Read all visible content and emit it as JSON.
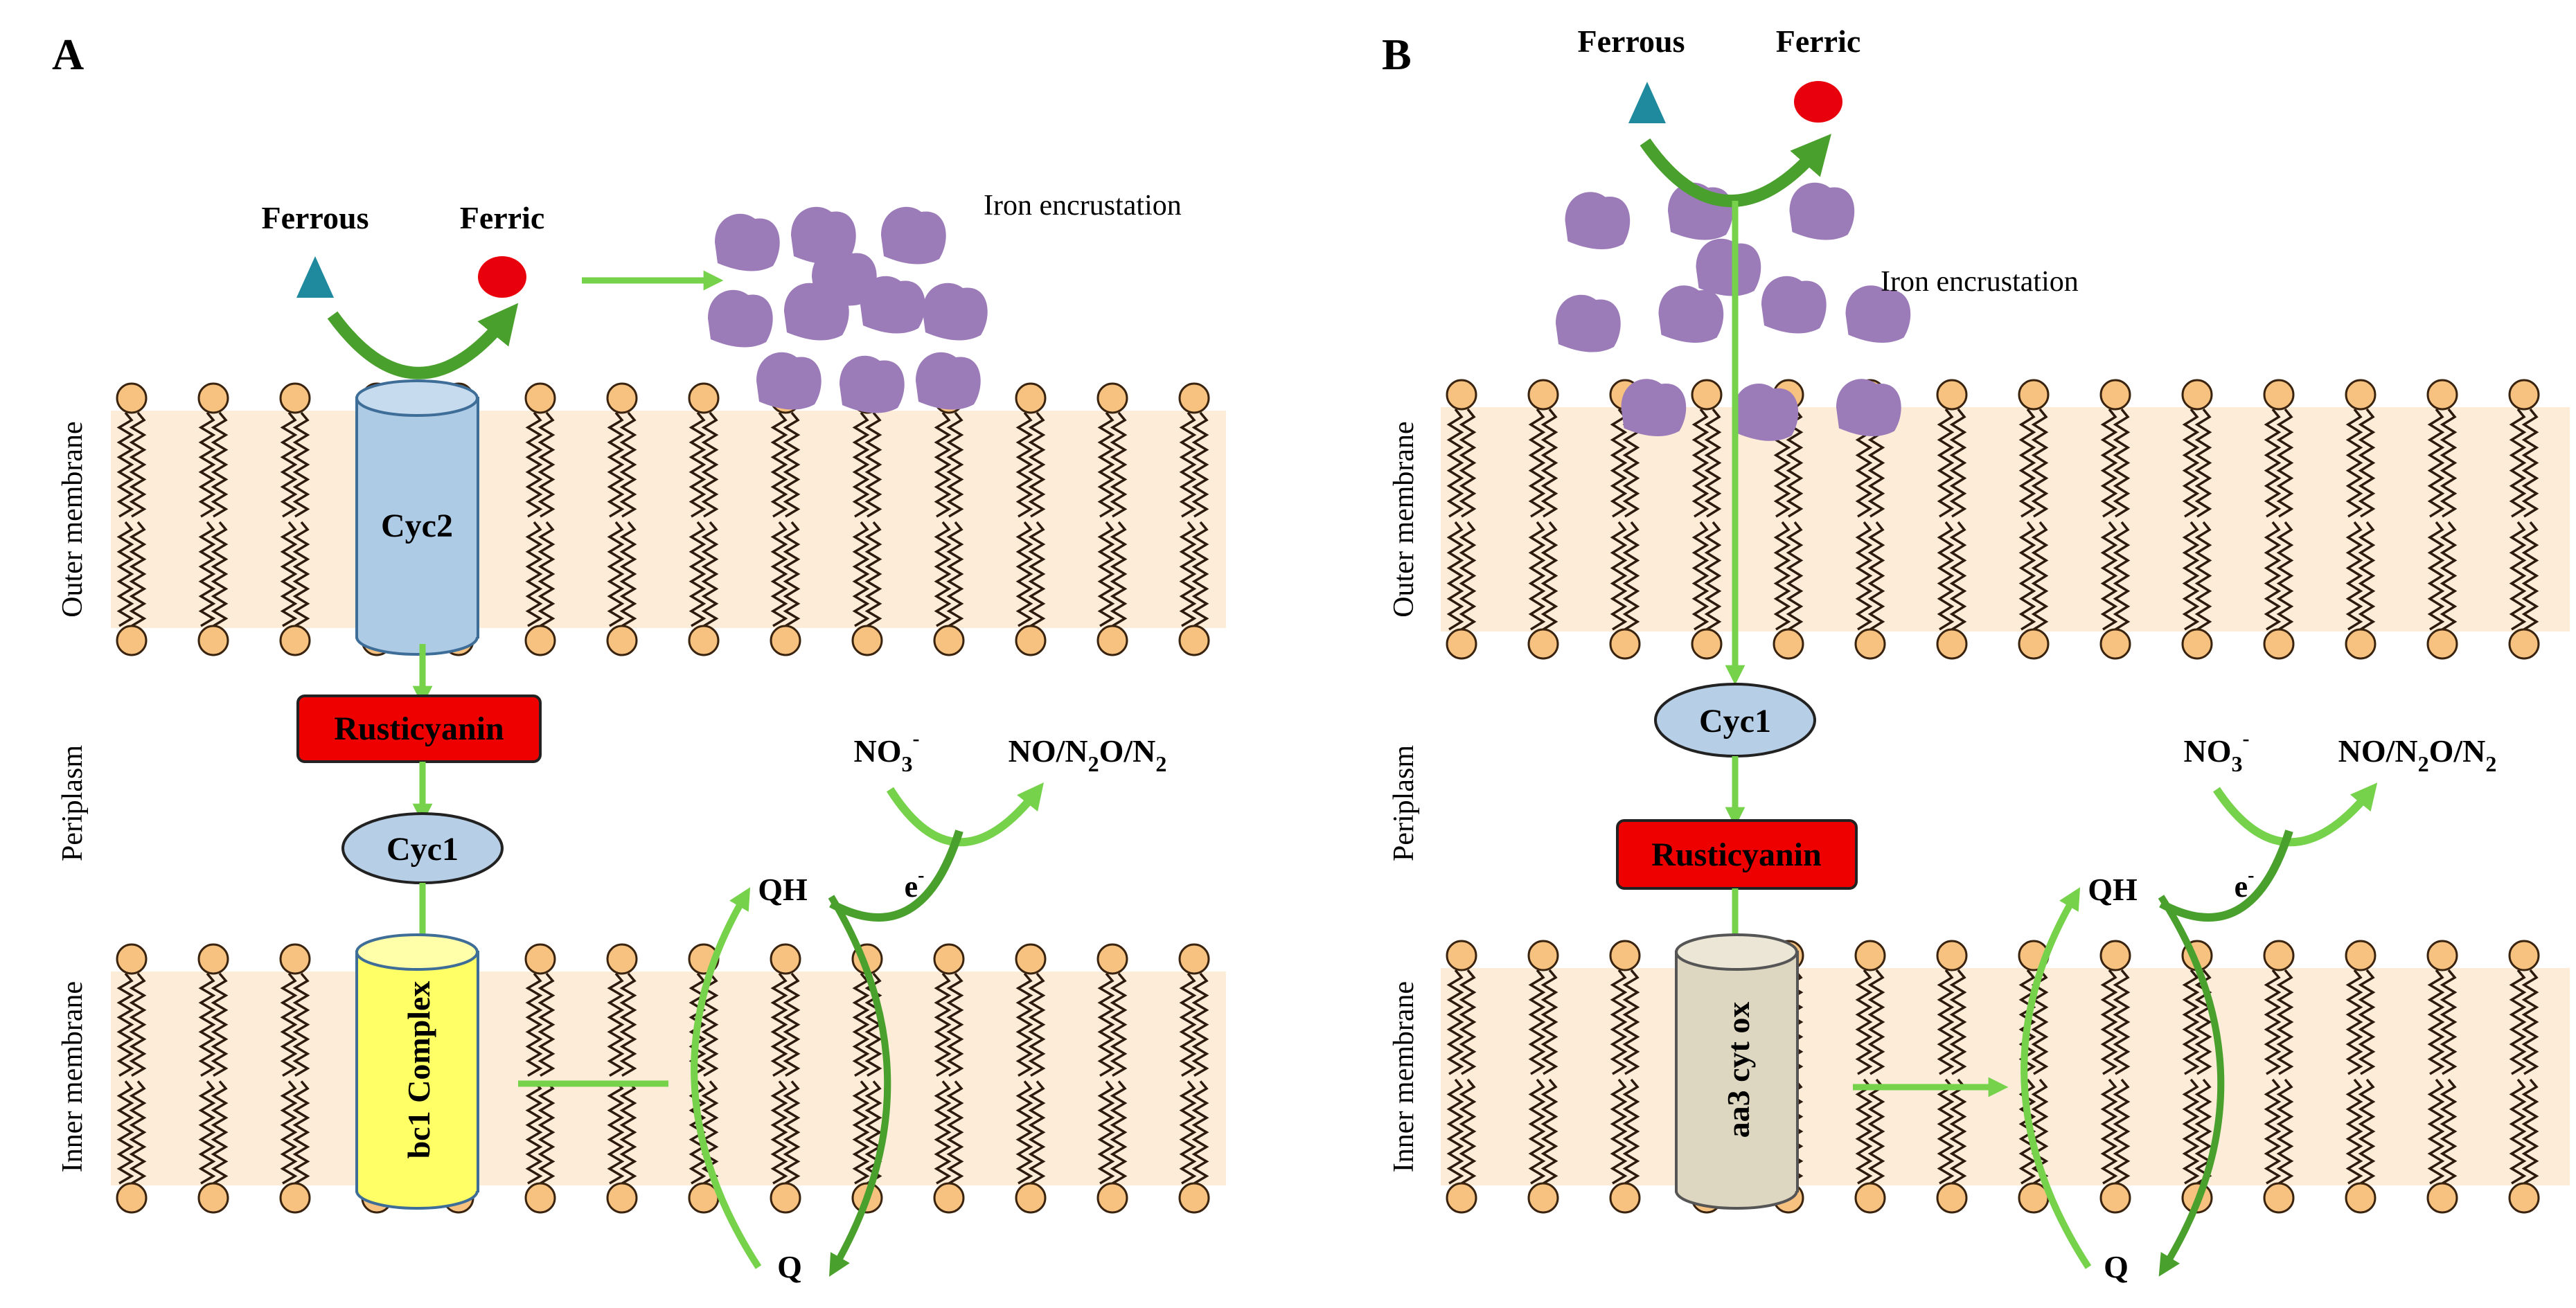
{
  "panels": [
    {
      "letter": "A",
      "ferrous": "Ferrous",
      "ferric": "Ferric",
      "iron_encrustation": "Iron encrustation",
      "outer_membrane": "Outer membrane",
      "periplasm": "Periplasm",
      "inner_membrane": "Inner membrane",
      "outer_protein": "Cyc2",
      "box1": "Rusticyanin",
      "box2": "Cyc1",
      "inner_protein": "bc1 Complex",
      "nitrate": "NO",
      "nitrate_sub": "3",
      "nitrate_sup": "-",
      "products_a": "NO/N",
      "products_sub1": "2",
      "products_b": "O/N",
      "products_sub2": "2",
      "electron": "e",
      "electron_sup": "-",
      "qh": "QH",
      "q": "Q"
    },
    {
      "letter": "B",
      "ferrous": "Ferrous",
      "ferric": "Ferric",
      "iron_encrustation": "Iron encrustation",
      "outer_membrane": "Outer membrane",
      "periplasm": "Periplasm",
      "inner_membrane": "Inner membrane",
      "box1": "Cyc1",
      "box2": "Rusticyanin",
      "inner_protein": "aa3 cyt ox",
      "nitrate": "NO",
      "nitrate_sub": "3",
      "nitrate_sup": "-",
      "products_a": "NO/N",
      "products_sub1": "2",
      "products_b": "O/N",
      "products_sub2": "2",
      "electron": "e",
      "electron_sup": "-",
      "qh": "QH",
      "q": "Q"
    }
  ],
  "colors": {
    "lipid_head": "#f7c27f",
    "lipid_glow": "#fbd8a8",
    "arrow_green": "#76d24a",
    "arrow_dark_green": "#4aa02c",
    "ferrous_triangle": "#1f8a9e",
    "ferric_circle": "#e8000d",
    "iron_particle": "#9b7bb8",
    "cyc2_fill": "#aecbe6",
    "cyc1_fill": "#b7cfe6",
    "rusticyanin_fill": "#ee0000",
    "bc1_fill": "#ffff66",
    "aa3_fill": "#ddd6c0"
  }
}
